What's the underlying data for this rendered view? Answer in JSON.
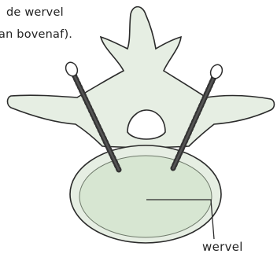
{
  "caption": {
    "line1": "de wervel",
    "line2": "an bovenaf)."
  },
  "labels": {
    "vertebra": "wervel"
  },
  "colors": {
    "bone_fill": "#e6eee3",
    "bone_stroke": "#2b2b2b",
    "body_fill": "#d7e6d2",
    "screw": "#333333",
    "text": "#222222"
  }
}
